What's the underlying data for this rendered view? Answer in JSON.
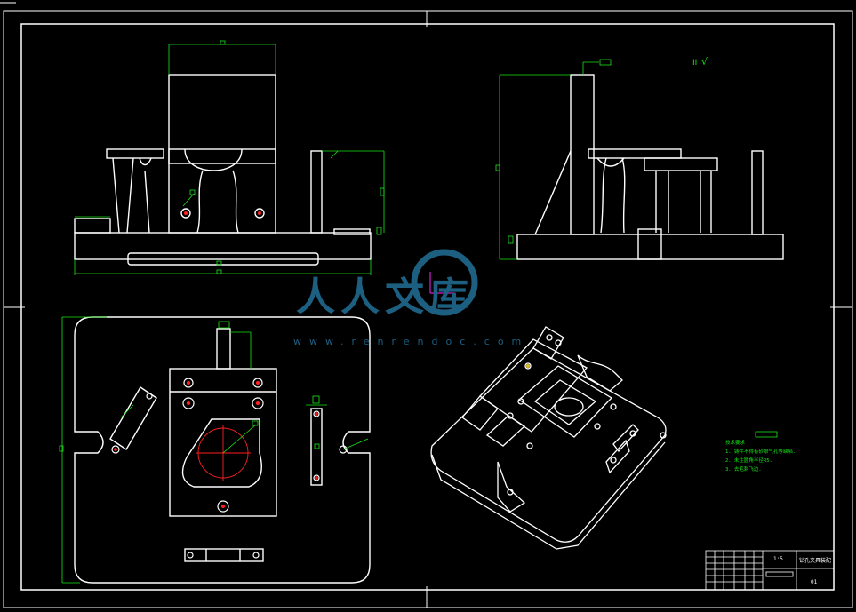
{
  "watermark": {
    "brand": "人人文库",
    "url": "www.renrendoc.com"
  },
  "surface_mark": "√",
  "technical_requirements": {
    "heading": "技术要求",
    "items": [
      "1. 铸件不得有砂眼气孔等缺陷.",
      "2. 未注圆角半径R5.",
      "3. 去毛刺飞边."
    ]
  },
  "title_block": {
    "scale": "1:5",
    "drawing_name": "钻孔夹具装配",
    "sheet": "01"
  },
  "colors": {
    "background": "#000000",
    "outline": "#ffffff",
    "dimension": "#19e619",
    "center_line": "#ff2020",
    "watermark": "#1d5f80",
    "axis_x": "#d020d0"
  }
}
